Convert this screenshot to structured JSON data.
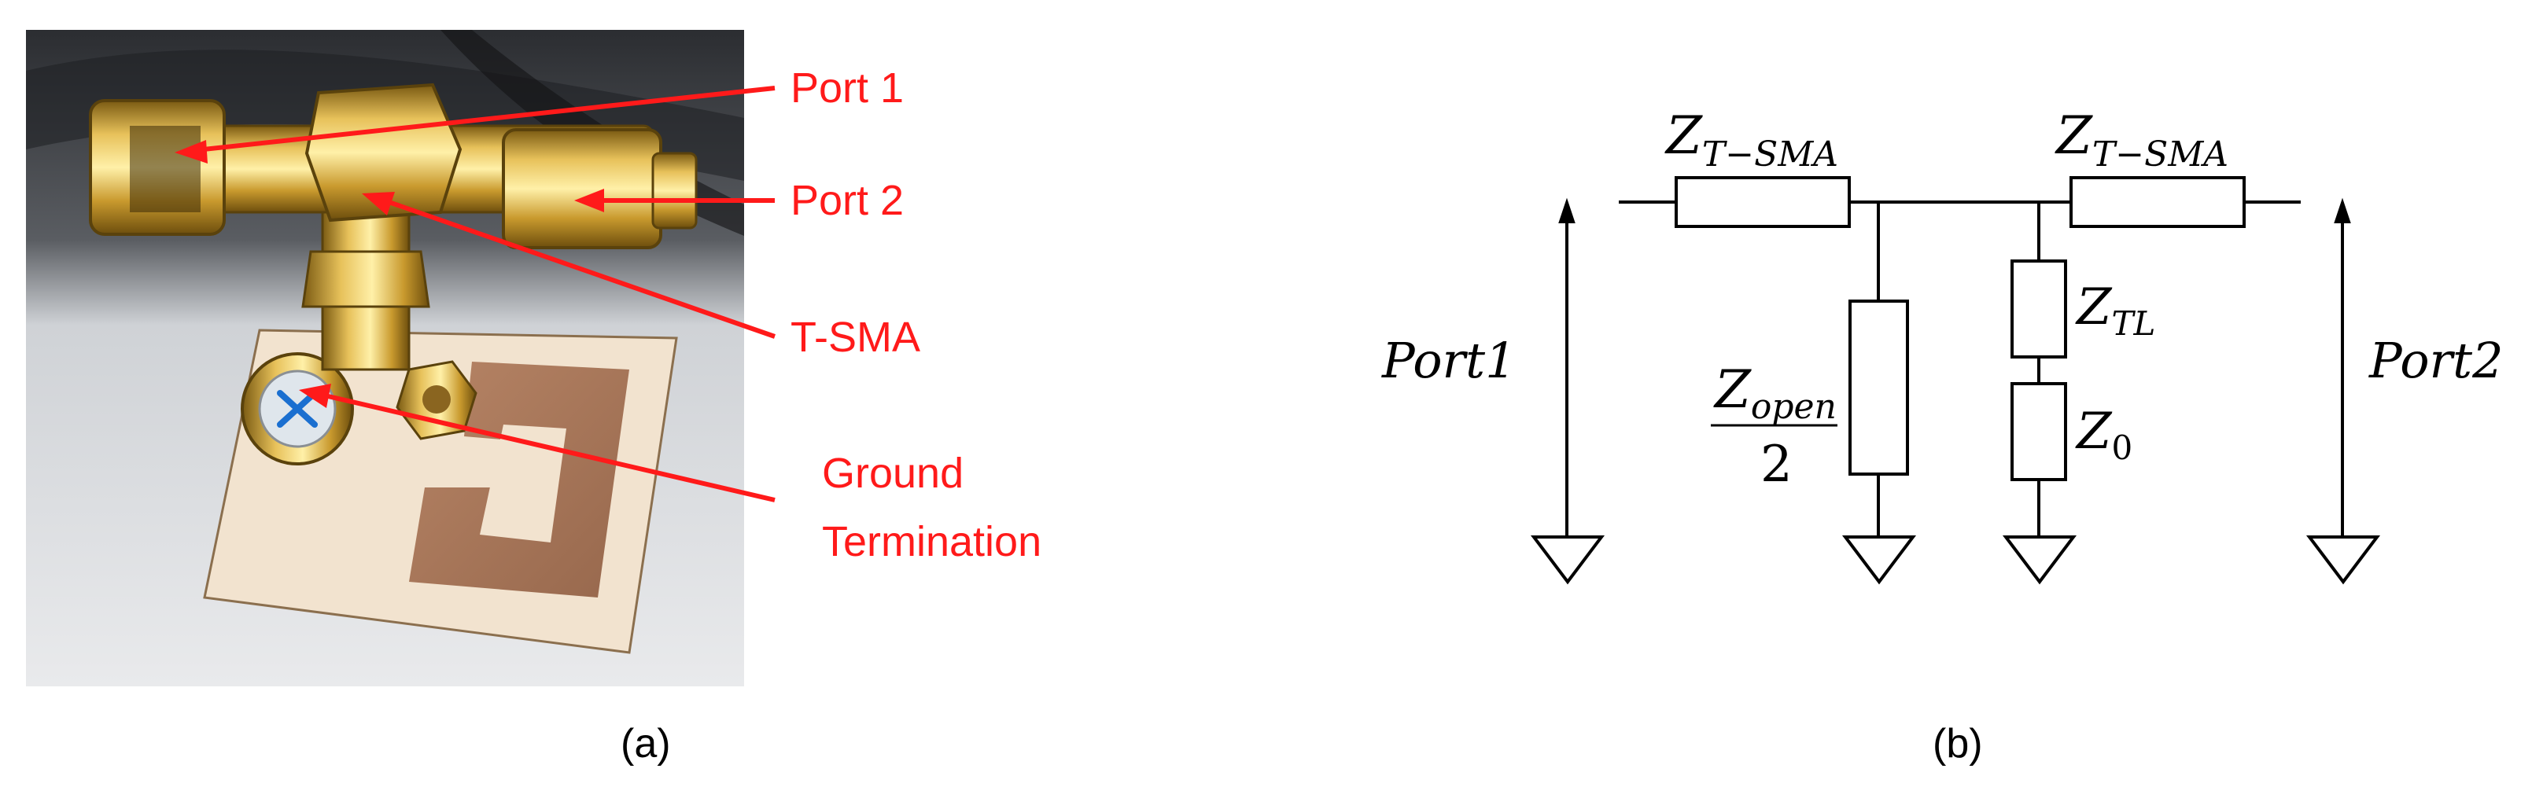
{
  "photo_panel": {
    "caption": "(a)",
    "annotations": {
      "port1": "Port 1",
      "port2": "Port 2",
      "tsma": "T-SMA",
      "ground_line1": "Ground",
      "ground_line2": "Termination"
    },
    "annotation_color": "#ff1a1a"
  },
  "circuit_panel": {
    "caption": "(b)",
    "port1_label": "Port1",
    "port2_label": "Port2",
    "z_tsma_left": {
      "base": "Z",
      "sub": "T−SMA"
    },
    "z_tsma_right": {
      "base": "Z",
      "sub": "T−SMA"
    },
    "z_open": {
      "base": "Z",
      "sub": "open",
      "denominator": "2"
    },
    "z_tl": {
      "base": "Z",
      "sub": "TL"
    },
    "z_0": {
      "base": "Z",
      "sub": "0"
    },
    "line_color": "#000000"
  }
}
